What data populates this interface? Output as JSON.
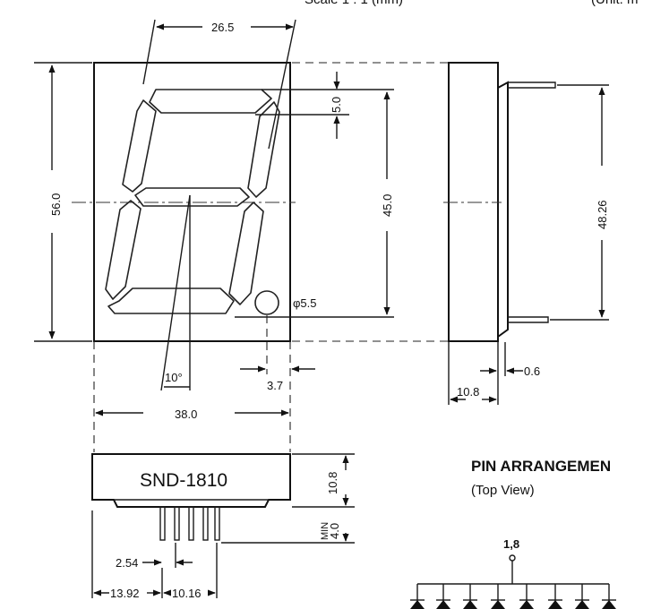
{
  "header": {
    "scale_text": "Scale   1 : 1 (mm)",
    "corner_text": "(Unit: m"
  },
  "front_view": {
    "width_label": "26.5",
    "height_label": "56.0",
    "segment_height_label": "45.0",
    "top_offset_label": "5.0",
    "dp_diameter_label": "φ5.5",
    "slant_label": "10°",
    "dp_offset_label": "3.7",
    "bottom_width_label": "38.0"
  },
  "side_view": {
    "pin_span_label": "48.26",
    "thickness_label": "10.8",
    "pin_thickness_label": "0.6"
  },
  "bottom_view": {
    "part_number": "SND-1810",
    "height_label": "10.8",
    "pin_length_label": "4.0",
    "min_label": "MIN",
    "pin_pitch_label": "2.54",
    "edge_offset_label": "13.92",
    "pin_row_label": "10.16"
  },
  "pin_arrangement": {
    "title": "PIN ARRANGEMEN",
    "subtitle": "(Top View)",
    "common_pin_label": "1,8"
  }
}
